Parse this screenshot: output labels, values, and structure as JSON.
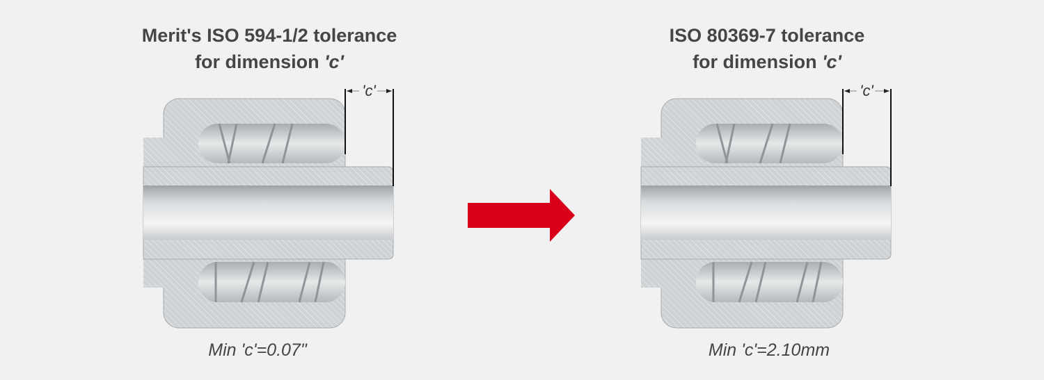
{
  "left": {
    "title_line1": "Merit's ISO 594-1/2 tolerance",
    "title_line2": "for dimension ",
    "title_dim": "'c'",
    "dimension_label": "'c'",
    "caption": "Min 'c'=0.07\""
  },
  "right": {
    "title_line1": "ISO 80369-7 tolerance",
    "title_line2": "for dimension ",
    "title_dim": "'c'",
    "dimension_label": "'c'",
    "caption": "Min 'c'=2.10mm"
  },
  "colors": {
    "arrow": "#d9001b",
    "text": "#454545",
    "background": "#f1f1f1"
  }
}
